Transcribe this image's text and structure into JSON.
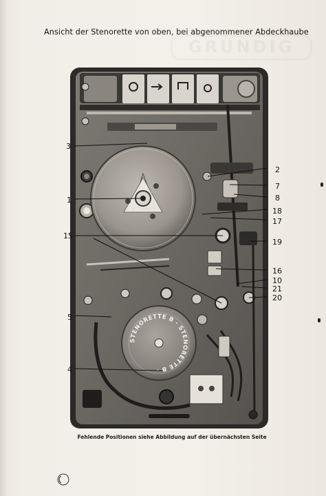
{
  "page": {
    "heading": "Ansicht der Stenorette von oben, bei abgenommener Abdeckhaube",
    "caption": "Fehlende Positionen siehe Abbildung auf der übernächsten Seite",
    "publisher_mark": "GRUNDIG"
  },
  "figure": {
    "reel_text": "STENORETTE B · STENORETTE B ·",
    "callouts": [
      {
        "label": "1"
      },
      {
        "label": "2"
      },
      {
        "label": "3"
      },
      {
        "label": "4"
      },
      {
        "label": "5"
      },
      {
        "label": "7"
      },
      {
        "label": "8"
      },
      {
        "label": "10"
      },
      {
        "label": "15"
      },
      {
        "label": "16"
      },
      {
        "label": "17"
      },
      {
        "label": "18"
      },
      {
        "label": "19"
      },
      {
        "label": "20"
      },
      {
        "label": "21"
      }
    ]
  },
  "colors": {
    "paper": "#f1eee7",
    "device_frame": "#2a2a2a",
    "device_metal": "#6f6b66",
    "ink": "#141414"
  }
}
